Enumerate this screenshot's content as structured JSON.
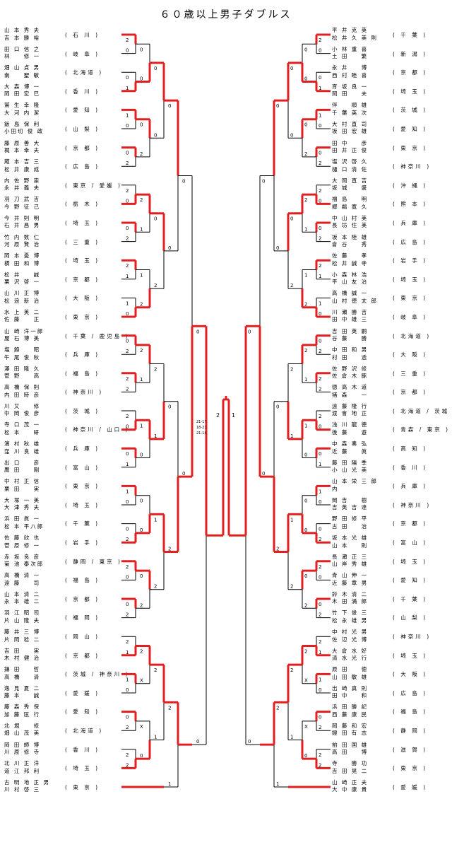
{
  "title": "６０歳以上男子ダブルス",
  "left": [
    {
      "p1": "山 本 秀 夫",
      "p2": "吉 本 勝 裕",
      "pref": "( 石 川 )"
    },
    {
      "p1": "田 口 信 之",
      "p2": "林 　 修 一",
      "pref": "( 岐 阜 )"
    },
    {
      "p1": "畑 山 貞 男",
      "p2": "南 　 聖 敏",
      "pref": "( 北海道 )"
    },
    {
      "p1": "大 森 博 一",
      "p2": "岡 田 宏 巳",
      "pref": "( 香 川 )"
    },
    {
      "p1": "鷲 生 幸 隆",
      "p2": "大 河 内 潔",
      "pref": "( 愛 知 )"
    },
    {
      "p1": "飯 島 保 利",
      "p2": "小田切 俊 政",
      "pref": "( 山 梨 )"
    },
    {
      "p1": "藤 原 善 大",
      "p2": "梶 本 幸 夫",
      "pref": "( 京 都 )"
    },
    {
      "p1": "蔵 本 吉 三",
      "p2": "松 井 康 成",
      "pref": "( 広 島 )"
    },
    {
      "p1": "内 佐 野 崇",
      "p2": "永 井 義 夫",
      "pref": "( 東京 / 愛媛 )"
    },
    {
      "p1": "羽 刀 武 吉",
      "p2": "今 野 征 己",
      "pref": "( 栃 木 )"
    },
    {
      "p1": "今 井 則 明",
      "p2": "石 井 昌 男",
      "pref": "( 埼 玉 )"
    },
    {
      "p1": "竹 内 数 仁",
      "p2": "河 原 賢 治",
      "pref": "( 三 重 )"
    },
    {
      "p1": "岡 本 憂 博",
      "p2": "横 田 和 博",
      "pref": "( 埼 玉 )"
    },
    {
      "p1": "松 井 　 誠",
      "p2": "栗 沢 啓 一",
      "pref": "( 京 都 )"
    },
    {
      "p1": "山 川 正 博",
      "p2": "松 浪 新 治",
      "pref": "( 大 阪 )"
    },
    {
      "p1": "水 上 英 二",
      "p2": "佐 藤 　 正",
      "pref": "( 東 京 )"
    },
    {
      "p1": "山 崎 洋一郎",
      "p2": "屋 石 博 美",
      "pref": "( 千葉 / 鹿児島 )"
    },
    {
      "p1": "塩 飽 　 昭",
      "p2": "午 尾 俊 秋",
      "pref": "( 兵 庫 )"
    },
    {
      "p1": "澤 田 隆 久",
      "p2": "菅 野 　 高",
      "pref": "( 福 島 )"
    },
    {
      "p1": "高 橋 保 則",
      "p2": "内 田 時 彦",
      "pref": "( 神奈川 )"
    },
    {
      "p1": "川 又 　 修",
      "p2": "中 岡 俊 彦",
      "pref": "( 茨 城 )"
    },
    {
      "p1": "寺 口 茂 一",
      "p2": "松 本 　 研",
      "pref": "( 神奈川 / 山口 )"
    },
    {
      "p1": "濱 村 秋 雄",
      "p2": "窪 川 良 雄",
      "pref": "( 兵 庫 )"
    },
    {
      "p1": "出 口 　 彦",
      "p2": "鷹 田 　 剛",
      "pref": "( 富 山 )"
    },
    {
      "p1": "中 村 正 信",
      "p2": "栗 田 　 実",
      "pref": "( 東 京 )"
    },
    {
      "p1": "大 塚 一 美",
      "p2": "大 津 秀 夫",
      "pref": "( 埼 玉 )"
    },
    {
      "p1": "浜 田 眞 一",
      "p2": "松 本 平八郎",
      "pref": "( 千 葉 )"
    },
    {
      "p1": "佐 藤 欣 也",
      "p2": "菅 原 修 一",
      "pref": "( 岩 手 )"
    },
    {
      "p1": "赤 坂 良 彦",
      "p2": "菊 池 泰次郎",
      "pref": "( 静岡 / 東京 )"
    },
    {
      "p1": "高 橋 清 一",
      "p2": "遠 藤 　 司",
      "pref": "( 福 島 )"
    },
    {
      "p1": "山 本 清 二",
      "p2": "永 本 雄 二",
      "pref": "( 京 都 )"
    },
    {
      "p1": "羽 江 昭 司",
      "p2": "片 山 隆 夫",
      "pref": "( 福 岡 )"
    },
    {
      "p1": "藤 井 三 博",
      "p2": "片 岡 稔 二",
      "pref": "( 岡 山 )"
    },
    {
      "p1": "吉 田 　 実",
      "p2": "木 村 健 治",
      "pref": "( 京 都 )"
    },
    {
      "p1": "鎌 田 　 哲",
      "p2": "高 橋 　 清",
      "pref": "( 茨城 / 神奈川 )"
    },
    {
      "p1": "逸 見 夏 二",
      "p2": "藤 本 　 誠",
      "pref": "( 愛 媛 )"
    },
    {
      "p1": "藤 森 秀 保",
      "p2": "加 藤 匡 行",
      "pref": "( 愛 知 )"
    },
    {
      "p1": "北 堀 　 修",
      "p2": "畑 山 茂 美",
      "pref": "( 北海道 )"
    },
    {
      "p1": "岡 田 師 博",
      "p2": "川 原 修 寺",
      "pref": "( 香 川 )"
    },
    {
      "p1": "北 川 正 洋",
      "p2": "道 江 邦 利",
      "pref": "( 埼 玉 )"
    },
    {
      "p1": "古 明 地 正 男",
      "p2": "川 村 啓 三",
      "pref": "( 東 京 )"
    }
  ],
  "right": [
    {
      "p1": "平 井 克 英",
      "p2": "松 井 久 美 則",
      "pref": "( 千 葉 )"
    },
    {
      "p1": "小 林 重 喜",
      "p2": "土 田 　 繁",
      "pref": "( 新 潟 )"
    },
    {
      "p1": "永 井 　 博",
      "p2": "西 村 睦 喜",
      "pref": "( 京 都 )"
    },
    {
      "p1": "斉 坂 良 一",
      "p2": "岡 田 　 夫",
      "pref": "( 埼 玉 )"
    },
    {
      "p1": "伴 　 順 雄",
      "p2": "千 葉 英 次",
      "pref": "( 茨 城 )"
    },
    {
      "p1": "大 村 直 司",
      "p2": "坂 田 宏 雄",
      "pref": "( 愛 知 )"
    },
    {
      "p1": "田 中 　 彦",
      "p2": "田 井 正 俊",
      "pref": "( 東 京 )"
    },
    {
      "p1": "塩 沢 啓 久",
      "p2": "樋 口 清 佐",
      "pref": "( 神奈川 )"
    },
    {
      "p1": "大 岡 直 吉",
      "p2": "坂 城 　 盛",
      "pref": "( 沖 縄 )"
    },
    {
      "p1": "福 島 　 明",
      "p2": "郷 鵜 寛 久",
      "pref": "( 熊 本 )"
    },
    {
      "p1": "中 山 村 美",
      "p2": "長 坊 住 美",
      "pref": "( 兵 庫 )"
    },
    {
      "p1": "坂 本 陸 雄",
      "p2": "倉 谷 　 秀",
      "pref": "( 広 島 )"
    },
    {
      "p1": "佐 藤 　 孝",
      "p2": "松 井 誠 寺",
      "pref": "( 岩 手 )"
    },
    {
      "p1": "小 森 林 浩",
      "p2": "平 山 友 治",
      "pref": "( 埼 玉 )"
    },
    {
      "p1": "高 橋 誠 一",
      "p2": "山 村 徳 太 郎",
      "pref": "( 東 京 )"
    },
    {
      "p1": "川 瀬 勝 吉",
      "p2": "田 中 雄 三",
      "pref": "( 岐 阜 )"
    },
    {
      "p1": "吉 田 英 嗣",
      "p2": "谷 藤 　 勝",
      "pref": "( 北海道 )"
    },
    {
      "p1": "中 田 和 男",
      "p2": "村 田 　 透",
      "pref": "( 大 阪 )"
    },
    {
      "p1": "佐 野 沢 修",
      "p2": "佐 倉 木 豚",
      "pref": "( 三 重 )"
    },
    {
      "p1": "徳 高 木 道",
      "p2": "猪 森 　 一",
      "pref": "( 京 都 )"
    },
    {
      "p1": "遠 藤 隆 行",
      "p2": "渡 會 地 正",
      "pref": "( 北海道 / 茨城 )"
    },
    {
      "p1": "浅 川 龍 徳",
      "p2": "後 藤 　 遊",
      "pref": "( 青森 / 東京 )"
    },
    {
      "p1": "中 森 奏 弘",
      "p2": "近 藤 　 眞",
      "pref": "( 高 知 )"
    },
    {
      "p1": "藤 田 陽 季",
      "p2": "小 山 光 美",
      "pref": "( 香 川 )"
    },
    {
      "p1": "山 本 栄 三 郎",
      "p2": "内 　 　 　",
      "pref": "( 兵 庫 )"
    },
    {
      "p1": "岡 吉 　 樹",
      "p2": "吉 英 吉 達",
      "pref": "( 神奈川 )"
    },
    {
      "p1": "野 田 修 平",
      "p2": "古 田 　 治",
      "pref": "( 京 都 )"
    },
    {
      "p1": "坂 本 光 雄",
      "p2": "山 本 　 則",
      "pref": "( 富 山 )"
    },
    {
      "p1": "長 瀬 正 三",
      "p2": "山 岸 秀 雄",
      "pref": "( 埼 玉 )"
    },
    {
      "p1": "青 山 伸 一",
      "p2": "近 藤 章 男",
      "pref": "( 愛 知 )"
    },
    {
      "p1": "鈴 木 清 二",
      "p2": "木 田 満 郎",
      "pref": "( 千 葉 )"
    },
    {
      "p1": "竹 下 俊 三",
      "p2": "松 永 雄 男",
      "pref": "( 山 梨 )"
    },
    {
      "p1": "中 村 光 男",
      "p2": "佐 辺 光 博",
      "pref": "( 神奈川 )"
    },
    {
      "p1": "大 倉 水 好",
      "p2": "清 水 光 行",
      "pref": "( 埼 玉 )"
    },
    {
      "p1": "原 田 　 徳",
      "p2": "山 田 敏 雄",
      "pref": "( 大 阪 )"
    },
    {
      "p1": "出 崎 真 則",
      "p2": "田 中 　 和",
      "pref": "( 広 島 )"
    },
    {
      "p1": "浜 田 勝 記",
      "p2": "西 藤 康 民",
      "pref": "( 福 島 )"
    },
    {
      "p1": "岡 藤 和 宏",
      "p2": "鐙 田 有 志",
      "pref": "( 静 岡 )"
    },
    {
      "p1": "前 田 国 雄",
      "p2": "高 田 　 博",
      "pref": "( 滋 賀 )"
    },
    {
      "p1": "寺 　 勝 功",
      "p2": "吉 田 晃 二",
      "pref": "( 東 京 )"
    },
    {
      "p1": "山 崎 正 夫",
      "p2": "大 中 康 貴",
      "pref": "( 愛 媛 )"
    }
  ],
  "scores": {
    "r1": [
      "2",
      "0",
      "1",
      "0",
      "2",
      "0",
      "2",
      "1",
      "0",
      "2"
    ],
    "mid": [
      "0",
      "0",
      "2",
      "1",
      "2",
      "1",
      "0",
      "0",
      "2",
      "X"
    ],
    "final": [
      "2",
      "1",
      "1"
    ],
    "center": [
      "21-17",
      "18-21",
      "21-14"
    ]
  },
  "colors": {
    "win": "#e02020",
    "line": "#000000"
  }
}
